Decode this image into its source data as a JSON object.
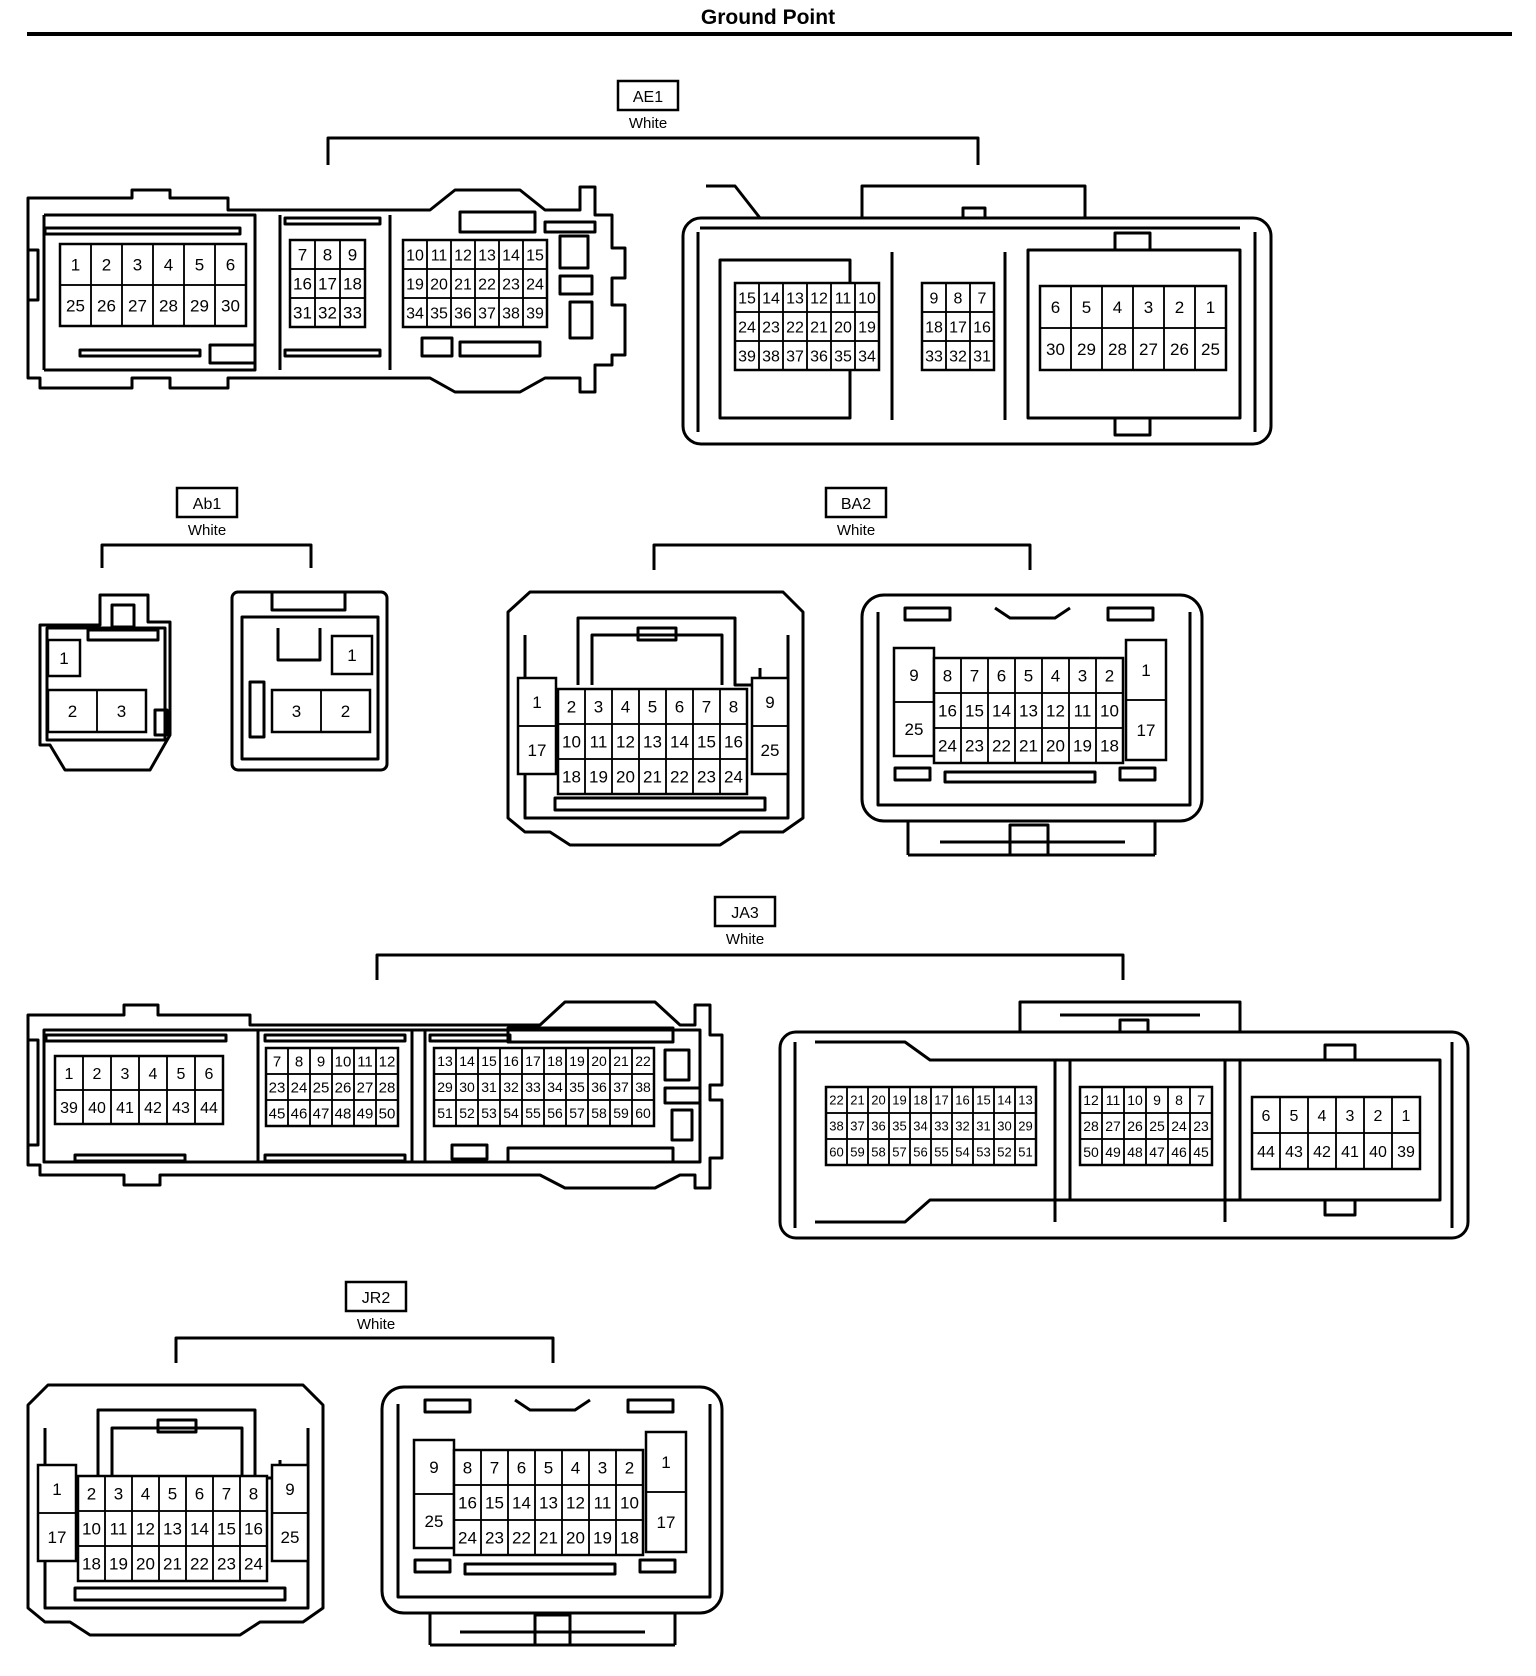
{
  "title": "Ground Point",
  "connectors": [
    {
      "id": "AE1",
      "color": "White"
    },
    {
      "id": "Ab1",
      "color": "White"
    },
    {
      "id": "BA2",
      "color": "White"
    },
    {
      "id": "JA3",
      "color": "White"
    },
    {
      "id": "JR2",
      "color": "White"
    }
  ],
  "pin_blocks": [
    {
      "connector": "AE1",
      "rows": [
        [
          "1",
          "2",
          "3",
          "4",
          "5",
          "6"
        ],
        [
          "25",
          "26",
          "27",
          "28",
          "29",
          "30"
        ]
      ]
    },
    {
      "connector": "AE1",
      "rows": [
        [
          "7",
          "8",
          "9"
        ],
        [
          "16",
          "17",
          "18"
        ],
        [
          "31",
          "32",
          "33"
        ]
      ]
    },
    {
      "connector": "AE1",
      "rows": [
        [
          "10",
          "11",
          "12",
          "13",
          "14",
          "15"
        ],
        [
          "19",
          "20",
          "21",
          "22",
          "23",
          "24"
        ],
        [
          "34",
          "35",
          "36",
          "37",
          "38",
          "39"
        ]
      ]
    },
    {
      "connector": "AE1",
      "rows": [
        [
          "15",
          "14",
          "13",
          "12",
          "11",
          "10"
        ],
        [
          "24",
          "23",
          "22",
          "21",
          "20",
          "19"
        ],
        [
          "39",
          "38",
          "37",
          "36",
          "35",
          "34"
        ]
      ]
    },
    {
      "connector": "AE1",
      "rows": [
        [
          "9",
          "8",
          "7"
        ],
        [
          "18",
          "17",
          "16"
        ],
        [
          "33",
          "32",
          "31"
        ]
      ]
    },
    {
      "connector": "AE1",
      "rows": [
        [
          "6",
          "5",
          "4",
          "3",
          "2",
          "1"
        ],
        [
          "30",
          "29",
          "28",
          "27",
          "26",
          "25"
        ]
      ]
    },
    {
      "connector": "Ab1",
      "rows": [
        [
          "1"
        ]
      ]
    },
    {
      "connector": "Ab1",
      "rows": [
        [
          "2",
          "3"
        ]
      ]
    },
    {
      "connector": "Ab1",
      "rows": [
        [
          "1"
        ]
      ]
    },
    {
      "connector": "Ab1",
      "rows": [
        [
          "3",
          "2"
        ]
      ]
    },
    {
      "connector": "BA2",
      "rows": [
        [
          "1"
        ],
        [
          "17"
        ]
      ]
    },
    {
      "connector": "BA2",
      "rows": [
        [
          "2",
          "3",
          "4",
          "5",
          "6",
          "7",
          "8"
        ],
        [
          "10",
          "11",
          "12",
          "13",
          "14",
          "15",
          "16"
        ],
        [
          "18",
          "19",
          "20",
          "21",
          "22",
          "23",
          "24"
        ]
      ]
    },
    {
      "connector": "BA2",
      "rows": [
        [
          "9"
        ],
        [
          "25"
        ]
      ]
    },
    {
      "connector": "BA2",
      "rows": [
        [
          "9"
        ],
        [
          "25"
        ]
      ]
    },
    {
      "connector": "BA2",
      "rows": [
        [
          "8",
          "7",
          "6",
          "5",
          "4",
          "3",
          "2"
        ],
        [
          "16",
          "15",
          "14",
          "13",
          "12",
          "11",
          "10"
        ],
        [
          "24",
          "23",
          "22",
          "21",
          "20",
          "19",
          "18"
        ]
      ]
    },
    {
      "connector": "BA2",
      "rows": [
        [
          "1"
        ],
        [
          "17"
        ]
      ]
    },
    {
      "connector": "JA3",
      "rows": [
        [
          "1",
          "2",
          "3",
          "4",
          "5",
          "6"
        ],
        [
          "39",
          "40",
          "41",
          "42",
          "43",
          "44"
        ]
      ]
    },
    {
      "connector": "JA3",
      "rows": [
        [
          "7",
          "8",
          "9",
          "10",
          "11",
          "12"
        ],
        [
          "23",
          "24",
          "25",
          "26",
          "27",
          "28"
        ],
        [
          "45",
          "46",
          "47",
          "48",
          "49",
          "50"
        ]
      ]
    },
    {
      "connector": "JA3",
      "rows": [
        [
          "13",
          "14",
          "15",
          "16",
          "17",
          "18",
          "19",
          "20",
          "21",
          "22"
        ],
        [
          "29",
          "30",
          "31",
          "32",
          "33",
          "34",
          "35",
          "36",
          "37",
          "38"
        ],
        [
          "51",
          "52",
          "53",
          "54",
          "55",
          "56",
          "57",
          "58",
          "59",
          "60"
        ]
      ]
    },
    {
      "connector": "JA3",
      "rows": [
        [
          "22",
          "21",
          "20",
          "19",
          "18",
          "17",
          "16",
          "15",
          "14",
          "13"
        ],
        [
          "38",
          "37",
          "36",
          "35",
          "34",
          "33",
          "32",
          "31",
          "30",
          "29"
        ],
        [
          "60",
          "59",
          "58",
          "57",
          "56",
          "55",
          "54",
          "53",
          "52",
          "51"
        ]
      ]
    },
    {
      "connector": "JA3",
      "rows": [
        [
          "12",
          "11",
          "10",
          "9",
          "8",
          "7"
        ],
        [
          "28",
          "27",
          "26",
          "25",
          "24",
          "23"
        ],
        [
          "50",
          "49",
          "48",
          "47",
          "46",
          "45"
        ]
      ]
    },
    {
      "connector": "JA3",
      "rows": [
        [
          "6",
          "5",
          "4",
          "3",
          "2",
          "1"
        ],
        [
          "44",
          "43",
          "42",
          "41",
          "40",
          "39"
        ]
      ]
    },
    {
      "connector": "JR2",
      "rows": [
        [
          "1"
        ],
        [
          "17"
        ]
      ]
    },
    {
      "connector": "JR2",
      "rows": [
        [
          "2",
          "3",
          "4",
          "5",
          "6",
          "7",
          "8"
        ],
        [
          "10",
          "11",
          "12",
          "13",
          "14",
          "15",
          "16"
        ],
        [
          "18",
          "19",
          "20",
          "21",
          "22",
          "23",
          "24"
        ]
      ]
    },
    {
      "connector": "JR2",
      "rows": [
        [
          "9"
        ],
        [
          "25"
        ]
      ]
    },
    {
      "connector": "JR2",
      "rows": [
        [
          "9"
        ],
        [
          "25"
        ]
      ]
    },
    {
      "connector": "JR2",
      "rows": [
        [
          "8",
          "7",
          "6",
          "5",
          "4",
          "3",
          "2"
        ],
        [
          "16",
          "15",
          "14",
          "13",
          "12",
          "11",
          "10"
        ],
        [
          "24",
          "23",
          "22",
          "21",
          "20",
          "19",
          "18"
        ]
      ]
    },
    {
      "connector": "JR2",
      "rows": [
        [
          "1"
        ],
        [
          "17"
        ]
      ]
    }
  ]
}
